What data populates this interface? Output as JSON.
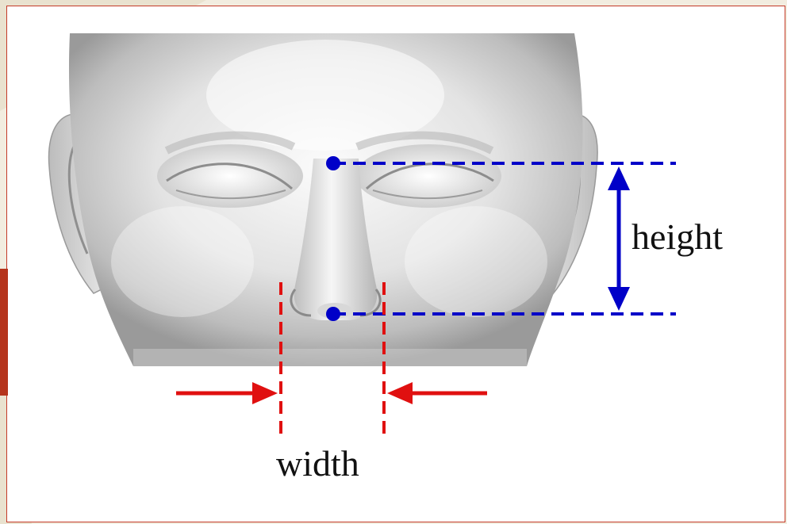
{
  "labels": {
    "height": "height",
    "width": "width"
  },
  "colors": {
    "page_background": "#f2ede0",
    "panel_background": "#ffffff",
    "panel_border": "#c43a28",
    "accent_tab": "#b5341c",
    "height_marker": "#0000c8",
    "width_marker": "#e01010",
    "face_light": "#f4f4f4",
    "face_mid": "#c9c9c9",
    "face_dark": "#8e8e8e"
  },
  "figure": {
    "subject": "3D face scan",
    "measurements": [
      {
        "name": "height",
        "orientation": "vertical",
        "style": "dashed",
        "color_key": "height_marker"
      },
      {
        "name": "width",
        "orientation": "horizontal",
        "style": "dashed",
        "color_key": "width_marker"
      }
    ]
  }
}
